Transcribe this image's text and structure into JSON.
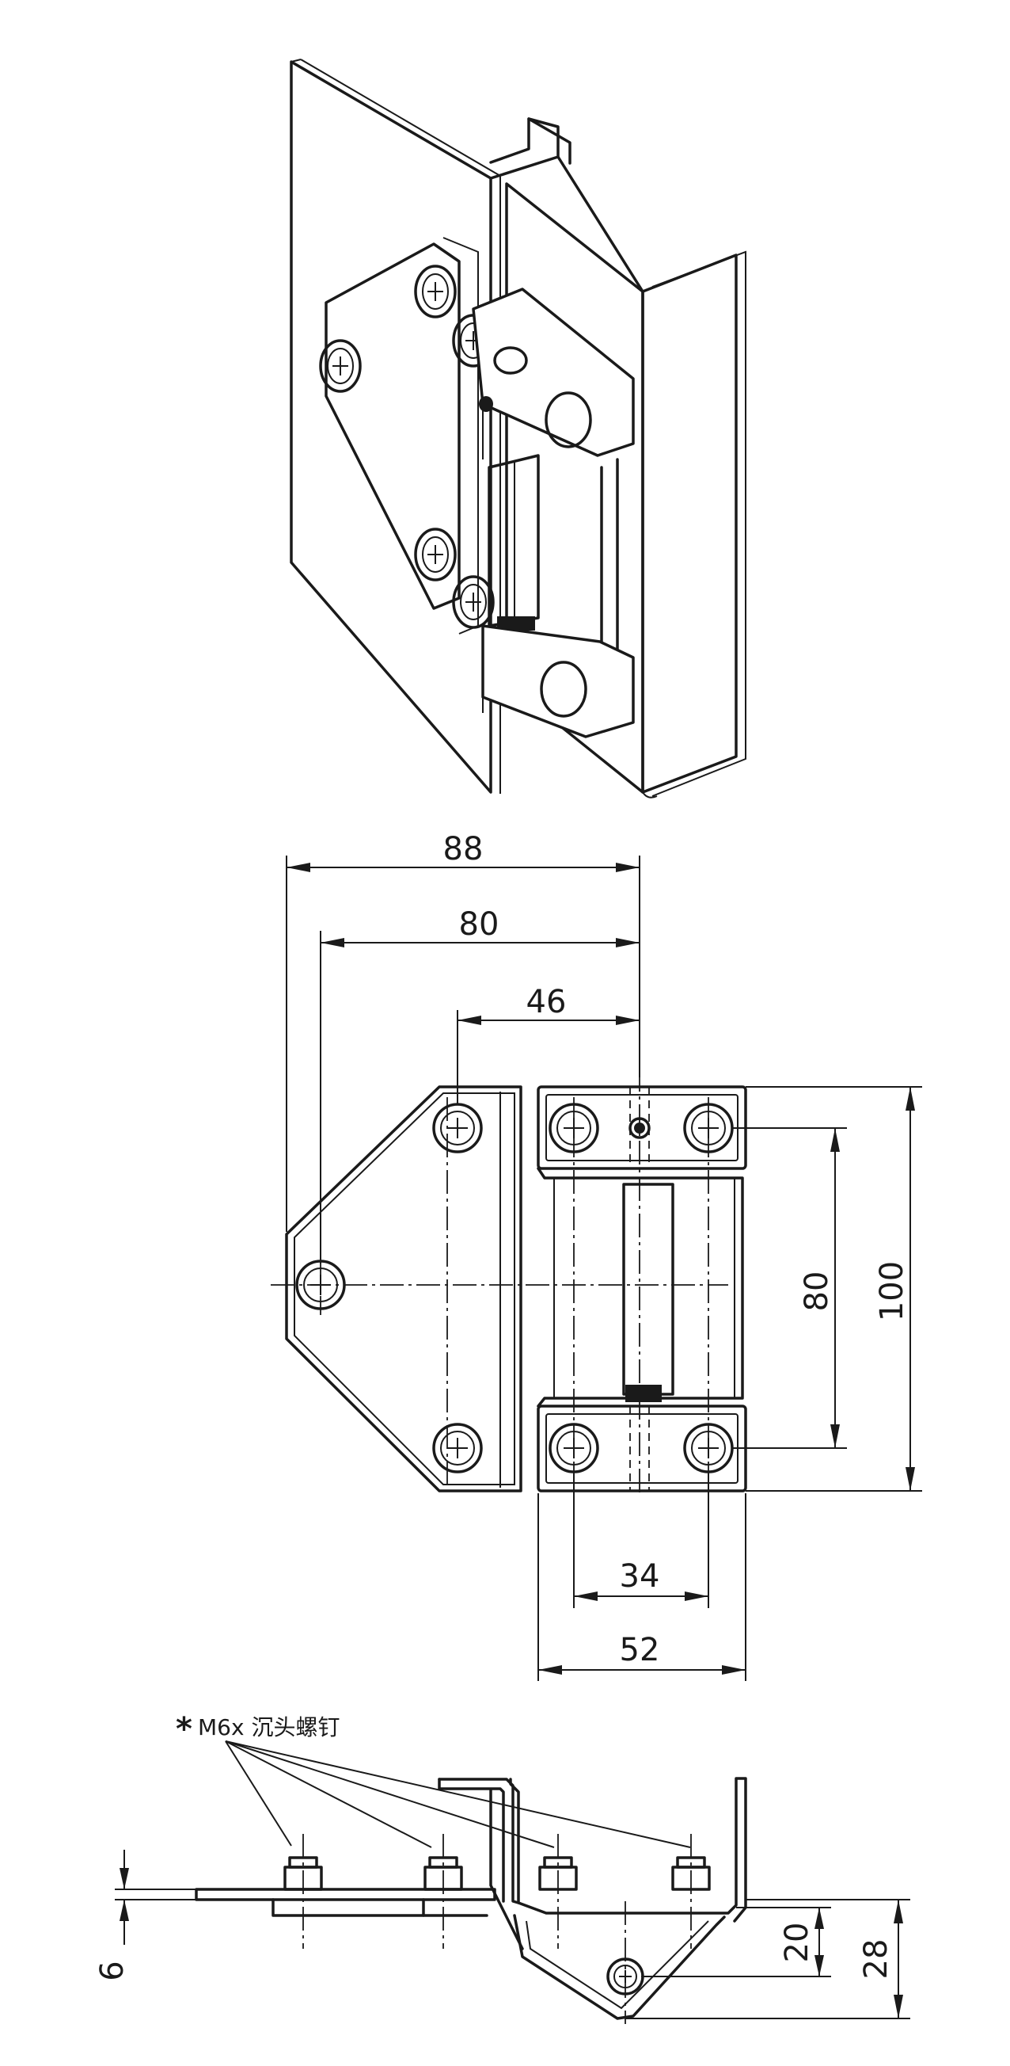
{
  "front_view": {
    "dim_overall_width": "88",
    "dim_mount_width": "80",
    "dim_knuckle_offset": "46",
    "dim_screw_height": "80",
    "dim_overall_height": "100",
    "dim_screw_pitch": "34",
    "dim_leaf_width": "52"
  },
  "section_view": {
    "screw_note": "M6x 沉头螺钉",
    "screw_note_marker": "*",
    "dim_plate_thickness": "6",
    "dim_depth_inner": "20",
    "dim_depth_outer": "28"
  }
}
